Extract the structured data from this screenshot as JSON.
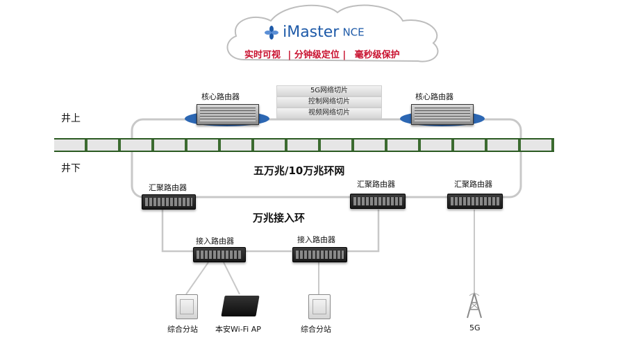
{
  "cloud": {
    "logo_main": "iMaster",
    "logo_suffix": "NCE",
    "features": [
      "实时可视",
      "| 分钟级定位 |",
      "毫秒级保护"
    ],
    "feature_color": "#c8102e",
    "brand_color": "#1e5aa8"
  },
  "zones": {
    "above": "井上",
    "below": "井下"
  },
  "slices": [
    "5G网络切片",
    "控制网络切片",
    "视频网络切片"
  ],
  "core_routers": [
    {
      "label": "核心路由器"
    },
    {
      "label": "核心路由器"
    }
  ],
  "rings": {
    "backbone": "五万兆/10万兆环网",
    "access": "万兆接入环"
  },
  "aggregation_routers": [
    {
      "label": "汇聚路由器"
    },
    {
      "label": "汇聚路由器"
    },
    {
      "label": "汇聚路由器"
    }
  ],
  "access_routers": [
    {
      "label": "接入路由器"
    },
    {
      "label": "接入路由器"
    }
  ],
  "endpoints": [
    {
      "label": "综合分站",
      "icon": "substation-cabinet-icon"
    },
    {
      "label": "本安Wi-Fi AP",
      "icon": "wifi-ap-icon"
    },
    {
      "label": "综合分站",
      "icon": "substation-cabinet-icon"
    },
    {
      "label": "5G",
      "icon": "5g-tower-icon"
    }
  ],
  "colors": {
    "ring_line": "#c8c8c8",
    "ground": "#3b6b2f",
    "core_ellipse": "#2c67b3"
  }
}
